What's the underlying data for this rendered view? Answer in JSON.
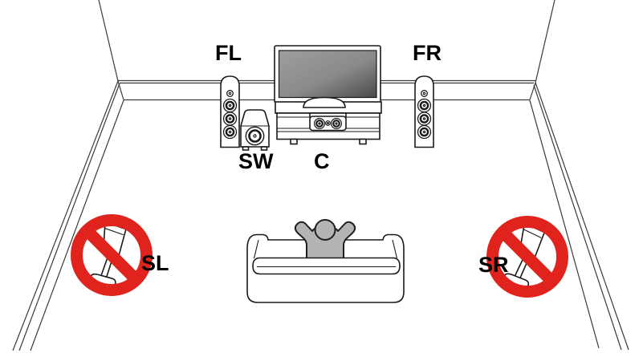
{
  "diagram": {
    "type": "surround-speaker-placement",
    "description": "5.1-channel speaker layout diagram: front speakers, center, subwoofer and TV against the back wall; listener on a sofa; surround speakers at the sides marked as prohibited positions",
    "speaker_labels": {
      "front_left": "FL",
      "front_right": "FR",
      "subwoofer": "SW",
      "center": "C",
      "surround_left": "SL",
      "surround_right": "SR"
    },
    "colors": {
      "prohibition_red": "#e0231c",
      "person_gray": "#b4b4b4",
      "outline": "#1a1a1a",
      "room_line": "#3a3a3a",
      "screen_light": "#9e9e9e",
      "screen_dark": "#4a4a4a"
    }
  }
}
